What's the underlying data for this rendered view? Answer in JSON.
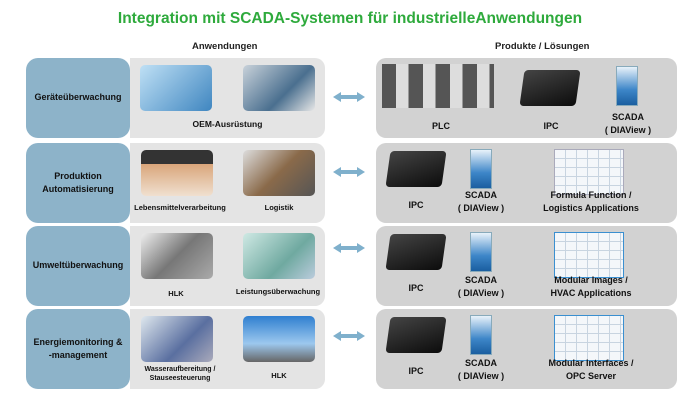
{
  "title": "Integration mit SCADA-Systemen für industrielleAnwendungen",
  "headers": {
    "applications": "Anwendungen",
    "products": "Produkte / Lösungen"
  },
  "rows": [
    {
      "category": "Geräteüberwachung",
      "apps": [
        "OEM-Ausrüstung"
      ],
      "products": [
        "PLC",
        "IPC",
        "SCADA\n( DIAView )"
      ]
    },
    {
      "category": "Produktion\nAutomatisierung",
      "apps": [
        "Lebensmittelverarbeitung",
        "Logistik"
      ],
      "products": [
        "IPC",
        "SCADA\n( DIAView )",
        "Formula Function /\nLogistics Applications"
      ]
    },
    {
      "category": "Umweltüberwachung",
      "apps": [
        "HLK",
        "Leistungsüberwachung"
      ],
      "products": [
        "IPC",
        "SCADA\n( DIAView )",
        "Modular Images /\nHVAC Applications"
      ]
    },
    {
      "category": "Energiemonitoring &\n-management",
      "apps": [
        "Wasseraufbereitung /\nStauseesteuerung",
        "HLK"
      ],
      "products": [
        "IPC",
        "SCADA\n( DIAView )",
        "Modular Interfaces /\nOPC Server"
      ]
    }
  ],
  "colors": {
    "title": "#2eaa3c",
    "category": "#8db3c9",
    "arrow": "#7fb0cc"
  }
}
